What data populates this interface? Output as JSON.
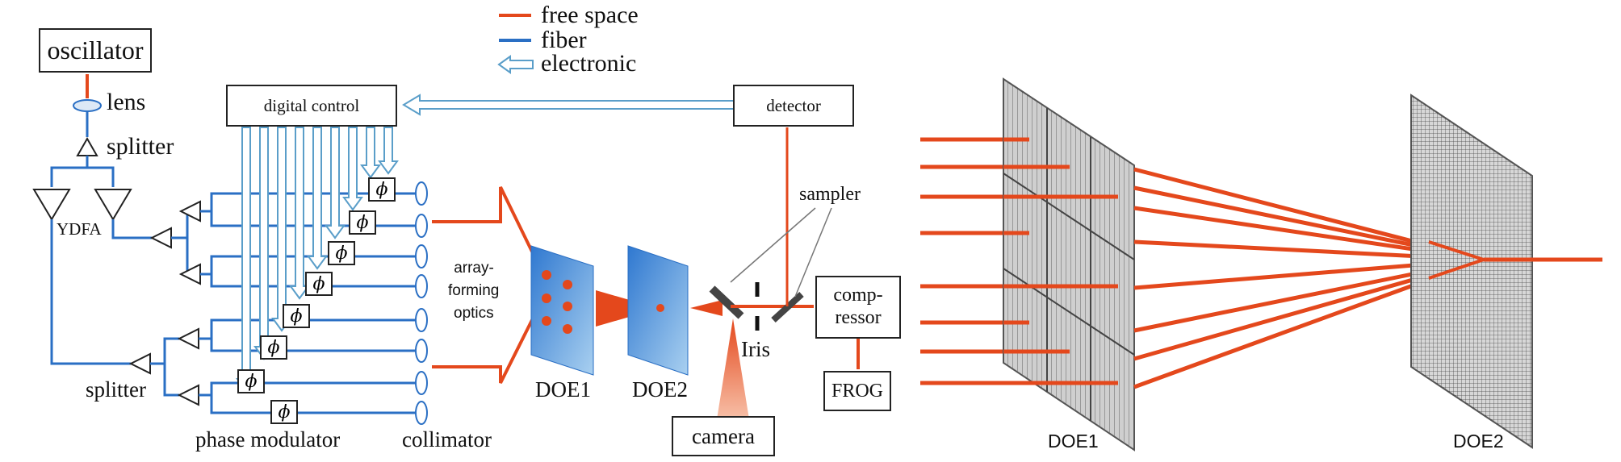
{
  "legend": {
    "items": [
      {
        "label": "free space",
        "color": "#e4481c"
      },
      {
        "label": "fiber",
        "color": "#2a6fc4"
      },
      {
        "label": "electronic",
        "color": "#5a9ec9"
      }
    ]
  },
  "left_diagram": {
    "oscillator": "oscillator",
    "lens": "lens",
    "splitter_top": "splitter",
    "ydfa": "YDFA",
    "splitter_bottom": "splitter",
    "digital_control": "digital control",
    "detector": "detector",
    "phase_symbol": "ϕ",
    "phase_modulator": "phase modulator",
    "collimator": "collimator",
    "array_optics_line1": "array-",
    "array_optics_line2": "forming",
    "array_optics_line3": "optics",
    "doe1": "DOE1",
    "doe2": "DOE2",
    "camera": "camera",
    "sampler": "sampler",
    "iris": "Iris",
    "compressor_line1": "comp-",
    "compressor_line2": "ressor",
    "frog": "FROG"
  },
  "right_diagram": {
    "doe1": "DOE1",
    "doe2": "DOE2"
  },
  "colors": {
    "laser": "#e4481c",
    "fiber": "#2a6fc4",
    "electronic": "#5a9ec9",
    "doe_blue": "#4a8fd6"
  }
}
